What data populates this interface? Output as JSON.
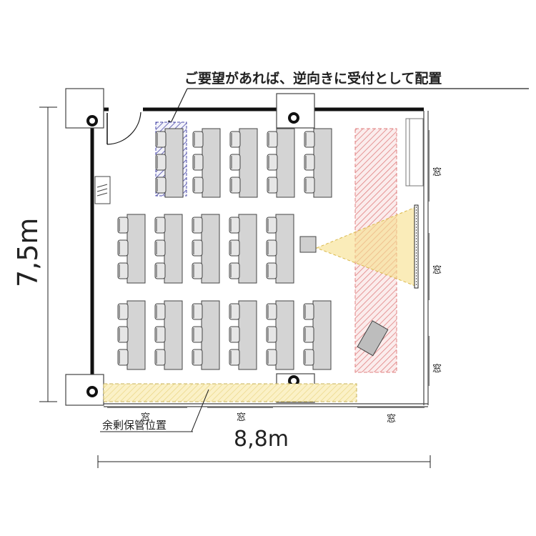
{
  "annotations": {
    "request_note": "ご要望があれば、逆向きに受付として配置",
    "surplus_storage": "余剰保管位置"
  },
  "dimensions": {
    "height": "7,5m",
    "width": "8,8m"
  },
  "window_label": "窓",
  "layout": {
    "desk_rows": [
      {
        "row": "back",
        "desk_count": 5,
        "chairs_per_desk": 3
      },
      {
        "row": "middle",
        "desk_count": 5,
        "chairs_per_desk": 3
      },
      {
        "row": "front",
        "desk_count": 6,
        "chairs_per_desk": 3
      }
    ],
    "projector": true,
    "screen": true
  },
  "colors": {
    "wall": "#111111",
    "desk": "#d4d4d4",
    "reception_hatch": "#4a4aa8",
    "screen_hatch": "#e08080",
    "storage_fill": "#fbf1c7",
    "projection_beam": "#f6e08a"
  }
}
